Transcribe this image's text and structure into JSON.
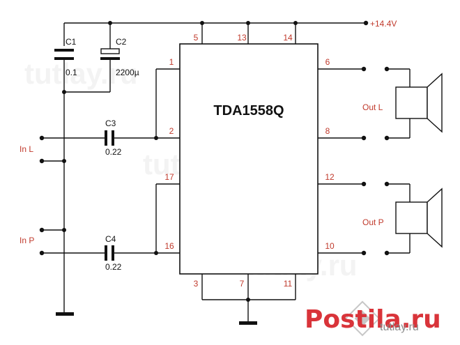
{
  "supply": {
    "label": "+14.4V"
  },
  "chip": {
    "name": "TDA1558Q",
    "pins": {
      "p1": "1",
      "p2": "2",
      "p3": "3",
      "p5": "5",
      "p6": "6",
      "p7": "7",
      "p8": "8",
      "p10": "10",
      "p11": "11",
      "p12": "12",
      "p13": "13",
      "p14": "14",
      "p16": "16",
      "p17": "17"
    }
  },
  "components": {
    "c1": {
      "ref": "C1",
      "value": "0.1"
    },
    "c2": {
      "ref": "C2",
      "value": "2200µ"
    },
    "c3": {
      "ref": "C3",
      "value": "0.22"
    },
    "c4": {
      "ref": "C4",
      "value": "0.22"
    }
  },
  "inputs": {
    "left": "In L",
    "right": "In P"
  },
  "outputs": {
    "left": "Out L",
    "right": "Out P"
  },
  "watermarks": {
    "site": "tutlay.ru",
    "logo": "Postila.ru",
    "logo_sub": "tutlay.ru"
  }
}
